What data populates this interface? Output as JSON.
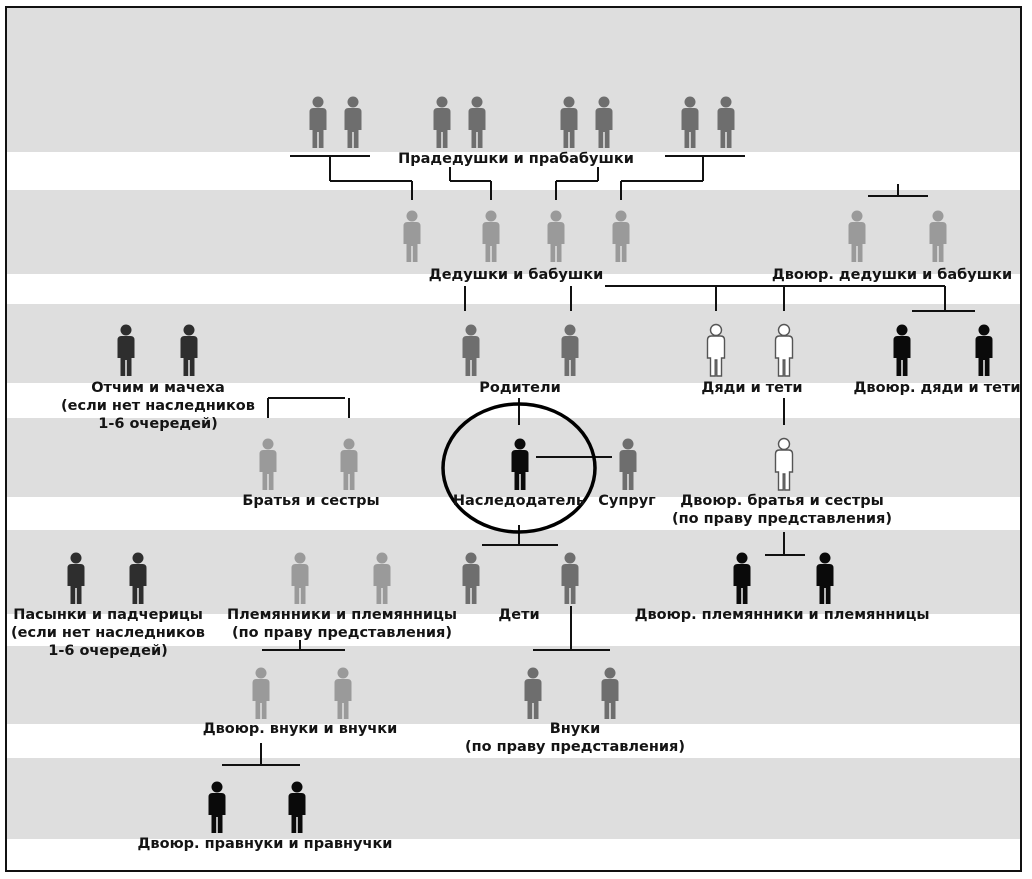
{
  "labels": {
    "great_grandparents": "Прадедушки и прабабушки",
    "grandparents": "Дедушки и бабушки",
    "great_uncles_aunts": "Двоюр. дедушки и бабушки",
    "stepparents_1": "Отчим и мачеха",
    "stepparents_2": "(если нет  наследников",
    "stepparents_3": "1-6 очередей)",
    "parents": "Родители",
    "uncles_aunts": "Дяди и тети",
    "cousin_uncles_aunts": "Двоюр. дяди и тети",
    "siblings": "Братья и сестры",
    "testator": "Наследодатель",
    "spouse": "Супруг",
    "cousins_1": "Двоюр. братья и сестры",
    "cousins_2": "(по праву представления)",
    "stepchildren_1": "Пасынки и падчерицы",
    "stepchildren_2": "(если нет  наследников",
    "stepchildren_3": "1-6 очередей)",
    "nephews_1": "Племянники и племянницы",
    "nephews_2": "(по праву представления)",
    "children": "Дети",
    "cousin_nephews": "Двоюр. племянники и племянницы",
    "cousin_grandchildren": "Двоюр. внуки и внучки",
    "grandchildren_1": "Внуки",
    "grandchildren_2": "(по праву представления)",
    "cousin_great_grandchildren": "Двоюр. правнуки и правнучки"
  },
  "colors": {
    "band": "#dedede",
    "figure_light": "#9a9a9a",
    "figure_medium": "#6e6e6e",
    "figure_dark": "#2e2e2e",
    "figure_black": "#0a0a0a",
    "figure_outline": "#ffffff",
    "lines": "#111111"
  },
  "figure_shades": [
    "light",
    "medium",
    "dark",
    "black",
    "outline"
  ]
}
